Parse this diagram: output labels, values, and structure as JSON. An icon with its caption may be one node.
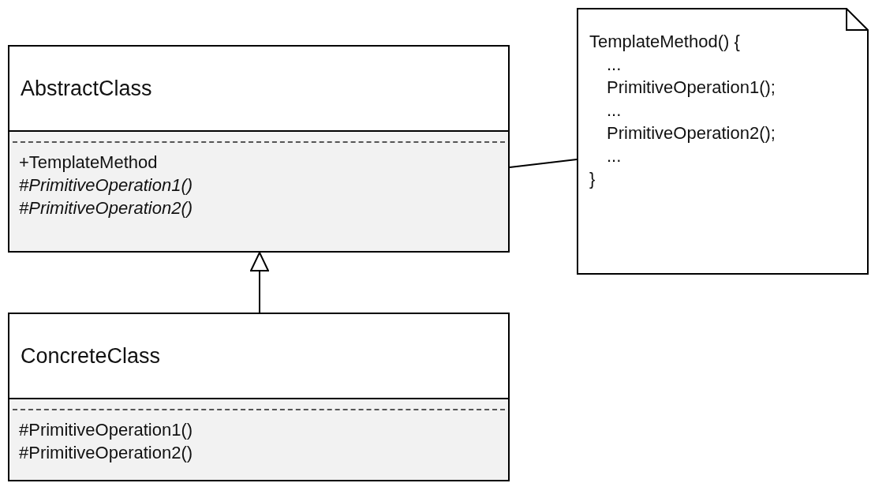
{
  "diagram": {
    "nodes": [
      {
        "text": [
          "AbstractClass",
          "+TemplateMethod",
          "#PrimitiveOperation1()",
          "#PrimitiveOperation2()"
        ]
      },
      {
        "text": [
          "ConcreteClass",
          "#PrimitiveOperation1()",
          "#PrimitiveOperation2()"
        ]
      },
      {
        "text": [
          "TemplateMethod() {",
          "...",
          "PrimitiveOperation1();",
          "...",
          "PrimitiveOperation2();",
          "...",
          "}"
        ]
      }
    ],
    "edges": [
      {
        "from": 1,
        "to": 0,
        "arrow": "to"
      },
      {
        "from": 0,
        "to": 2,
        "arrow": "none"
      }
    ]
  }
}
